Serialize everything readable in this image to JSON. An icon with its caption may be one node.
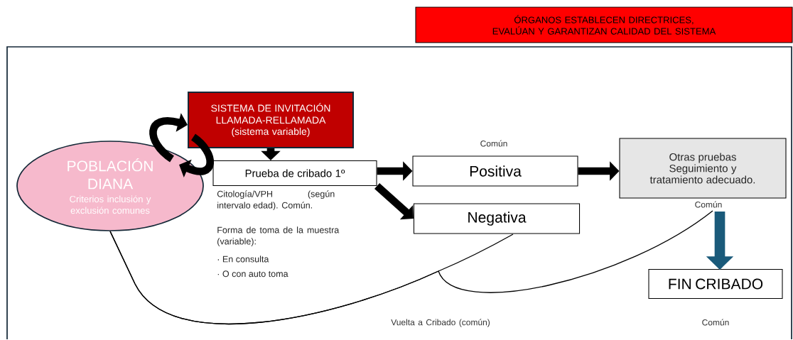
{
  "diagram": {
    "nodes": [
      {
        "text": [
          "ÓRGANOS ESTABLECEN DIRECTRICES, EVALÚAN Y GARANTIZAN CALIDAD DEL SISTEMA"
        ]
      },
      {
        "text": [
          "POBLACIÓN DIANA",
          "Criterios inclusión y exclusión comunes"
        ]
      },
      {
        "text": [
          "SISTEMA DE INVITACIÓN LLAMADA-RELLAMADA",
          "(sistema variable)"
        ]
      },
      {
        "text": [
          "Prueba de cribado 1º"
        ],
        "beside": [
          "Citología/VPH (según intervalo edad). Común.",
          "Forma de toma de la muestra (variable):",
          "· En consulta",
          "· O con auto toma"
        ]
      },
      {
        "text": [
          "Positiva"
        ],
        "beside": [
          "Común"
        ]
      },
      {
        "text": [
          "Negativa"
        ]
      },
      {
        "text": [
          "Otras pruebas Seguimiento y tratamiento adecuado."
        ],
        "beside": [
          "Común"
        ]
      },
      {
        "text": [
          "FIN CRIBADO"
        ],
        "beside": [
          "Común"
        ]
      }
    ],
    "edges": [
      {
        "from": 1,
        "to": 2,
        "arrow": "to"
      },
      {
        "from": 2,
        "to": 1,
        "arrow": "to"
      },
      {
        "from": 2,
        "to": 3,
        "arrow": "to"
      },
      {
        "from": 3,
        "to": 4,
        "arrow": "to"
      },
      {
        "from": 3,
        "to": 5,
        "arrow": "to"
      },
      {
        "from": 4,
        "to": 6,
        "arrow": "to"
      },
      {
        "from": 6,
        "to": 7,
        "arrow": "to",
        "color": "#1a5a7a"
      },
      {
        "from": 5,
        "to": 1,
        "arrow": "none"
      },
      {
        "from": 6,
        "to": 1,
        "arrow": "none"
      }
    ],
    "labels": [
      "Vuelta a Cribado (común)"
    ]
  }
}
